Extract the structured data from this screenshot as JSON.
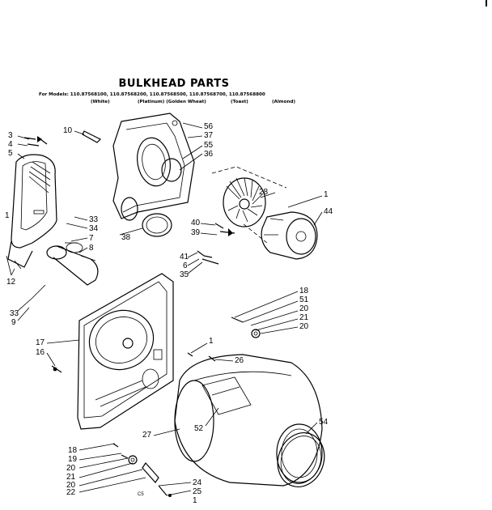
{
  "diagram": {
    "title": "BULKHEAD PARTS",
    "models_line": "For Models: 110.87568100, 110.87568200, 110.87568500, 110.87568700, 110.87568800",
    "variants": [
      "(White)",
      "(Platinum) (Golden Wheat)",
      "(Toast)",
      "(Almond)"
    ],
    "small_mark": "C5",
    "callouts": [
      "3",
      "4",
      "5",
      "10",
      "56",
      "37",
      "55",
      "36",
      "1",
      "28",
      "44",
      "1",
      "33",
      "34",
      "7",
      "8",
      "12",
      "38",
      "40",
      "39",
      "41",
      "6",
      "35",
      "33",
      "9",
      "18",
      "51",
      "20",
      "21",
      "20",
      "17",
      "16",
      "26",
      "1",
      "27",
      "52",
      "54",
      "18",
      "19",
      "20",
      "21",
      "20",
      "22",
      "24",
      "25",
      "1"
    ]
  }
}
